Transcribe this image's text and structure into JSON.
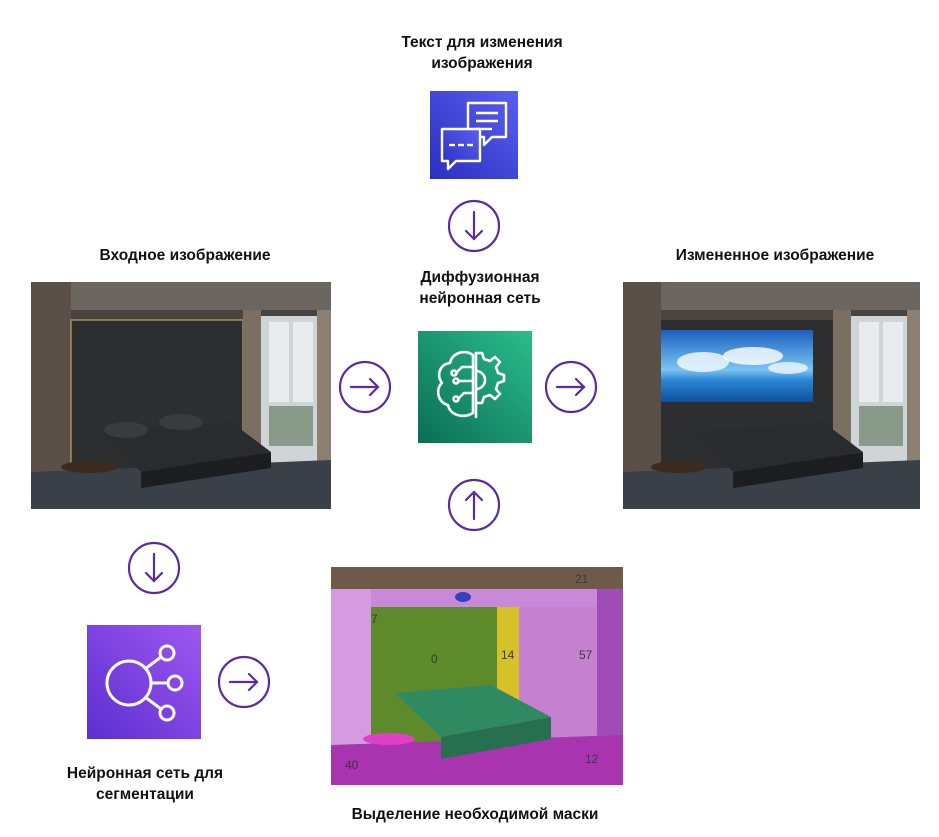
{
  "labels": {
    "prompt_text": "Текст для изменения изображения",
    "input_image": "Входное изображение",
    "diffusion": "Диффузионная нейронная сеть",
    "output_image": "Измененное изображение",
    "segmentation": "Нейронная сеть для сегментации",
    "mask": "Выделение необходимой маски"
  },
  "mask_numbers": [
    "21",
    "7",
    "0",
    "14",
    "57",
    "40",
    "12"
  ],
  "icons": {
    "prompt": "chat-bubbles-icon",
    "diffusion": "brain-gear-icon",
    "segmentation": "network-nodes-icon"
  },
  "colors": {
    "arrow": "#5a2ca0",
    "prompt_tile": "#3b3fd6",
    "diffusion_tile": "#0f8a6a",
    "segmentation_tile": "#7b3fe0"
  }
}
